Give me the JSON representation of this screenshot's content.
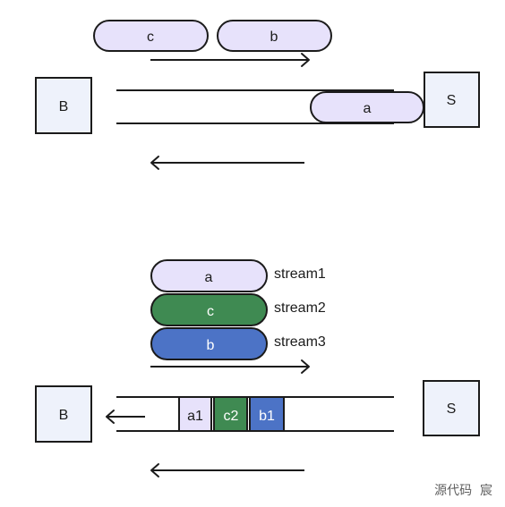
{
  "top_diagram": {
    "browser_label": "B",
    "server_label": "S",
    "queued_requests": [
      "c",
      "b"
    ],
    "in_flight_request": "a"
  },
  "bottom_diagram": {
    "browser_label": "B",
    "server_label": "S",
    "streams": [
      {
        "label": "a",
        "name": "stream1",
        "color": "#e7e2fb"
      },
      {
        "label": "c",
        "name": "stream2",
        "color": "#3f8a52"
      },
      {
        "label": "b",
        "name": "stream3",
        "color": "#4c73c6"
      }
    ],
    "frames": [
      "a1",
      "c2",
      "b1"
    ]
  },
  "watermark": "源代码  宸"
}
